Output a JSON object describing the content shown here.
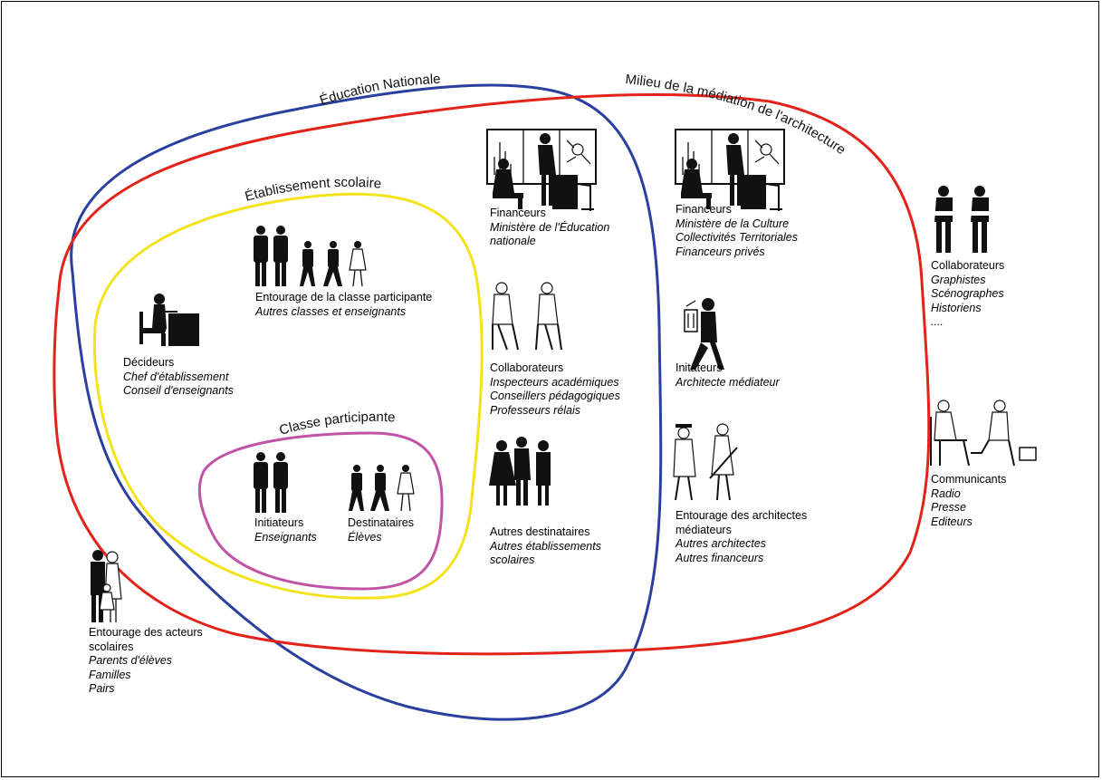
{
  "sets": {
    "education_nationale": {
      "title": "Éducation Nationale",
      "color": "#2b3f9e"
    },
    "milieu_mediation": {
      "title": "Milieu de la médiation de l'architecture",
      "color": "#e2231a"
    },
    "etablissement": {
      "title": "Établissement scolaire",
      "color": "#f3e31d"
    },
    "classe": {
      "title": "Classe participante",
      "color": "#c153a7"
    }
  },
  "groups": {
    "entourage_classe": {
      "heading": "Entourage de la classe participante",
      "items": [
        "Autres classes et enseignants"
      ]
    },
    "decideurs": {
      "heading": "Décideurs",
      "items": [
        "Chef d'établissement",
        "Conseil d'enseignants"
      ]
    },
    "initiateurs_classe": {
      "heading": "Initiateurs",
      "items": [
        "Enseignants"
      ]
    },
    "destinataires": {
      "heading": "Destinataires",
      "items": [
        "Élèves"
      ]
    },
    "financeurs_en": {
      "heading": "Financeurs",
      "items": [
        "Ministère de l'Éducation",
        "nationale"
      ]
    },
    "collaborateurs_en": {
      "heading": "Collaborateurs",
      "items": [
        "Inspecteurs académiques",
        "Conseillers pédagogiques",
        "Professeurs rélais"
      ]
    },
    "autres_destinataires": {
      "heading": "Autres destinataires",
      "items": [
        "Autres établissements",
        "scolaires"
      ]
    },
    "financeurs_mc": {
      "heading": "Financeurs",
      "items": [
        "Ministère de la Culture",
        "Collectivités Territoriales",
        "Financeurs privés"
      ]
    },
    "initiateurs_arch": {
      "heading": "Initateurs",
      "items": [
        "Architecte médiateur"
      ]
    },
    "entourage_arch": {
      "heading": "Entourage des architectes",
      "heading2": "médiateurs",
      "items": [
        "Autres architectes",
        "Autres financeurs"
      ]
    },
    "collaborateurs_ext": {
      "heading": "Collaborateurs",
      "items": [
        "Graphistes",
        "Scénographes",
        "Historiens",
        "...."
      ]
    },
    "communicants": {
      "heading": "Communicants",
      "items": [
        "Radio",
        "Presse",
        "Editeurs"
      ]
    },
    "entourage_acteurs": {
      "heading": "Entourage des acteurs",
      "heading2": "scolaires",
      "items": [
        "Parents d'élèves",
        "Familles",
        "Pairs"
      ]
    }
  }
}
